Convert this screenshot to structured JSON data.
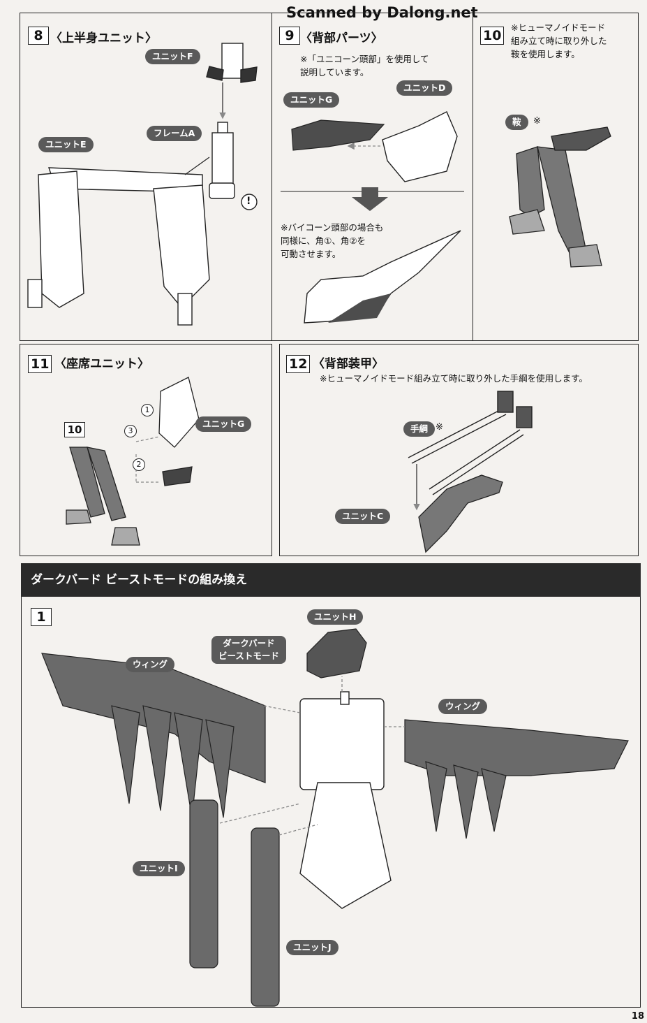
{
  "watermark": "Scanned by Dalong.net",
  "page_number": "18",
  "steps": {
    "s8": {
      "num": "8",
      "title": "〈上半身ユニット〉",
      "labels": {
        "unit_f": "ユニットF",
        "frame_a": "フレームA",
        "unit_e": "ユニットE"
      },
      "caution": "!"
    },
    "s9": {
      "num": "9",
      "title": "〈背部パーツ〉",
      "note": "※「ユニコーン頭部」を使用して\n説明しています。",
      "labels": {
        "unit_g": "ユニットG",
        "unit_d": "ユニットD"
      },
      "note2": "※バイコーン頭部の場合も\n同様に、角①、角②を\n可動させます。"
    },
    "s10": {
      "num": "10",
      "note": "※ヒューマノイドモード\n組み立て時に取り外した\n鞍を使用します。",
      "label_saddle": "鞍",
      "mark": "※"
    },
    "s11": {
      "num": "11",
      "title": "〈座席ユニット〉",
      "label_unit_g": "ユニットG",
      "ref": "10",
      "circles": [
        "1",
        "2",
        "3"
      ]
    },
    "s12": {
      "num": "12",
      "title": "〈背部装甲〉",
      "note": "※ヒューマノイドモード組み立て時に取り外した手綱を使用します。",
      "label_reins": "手綱",
      "mark": "※",
      "label_unit_c": "ユニットC"
    }
  },
  "section": {
    "title": "ダークバード ビーストモードの組み換え",
    "step": {
      "num": "1",
      "labels": {
        "unit_h": "ユニットH",
        "darkbird": "ダークバード\nビーストモード",
        "wing_left": "ウィング",
        "wing_right": "ウィング",
        "unit_i": "ユニットI",
        "unit_j": "ユニットJ"
      }
    }
  }
}
